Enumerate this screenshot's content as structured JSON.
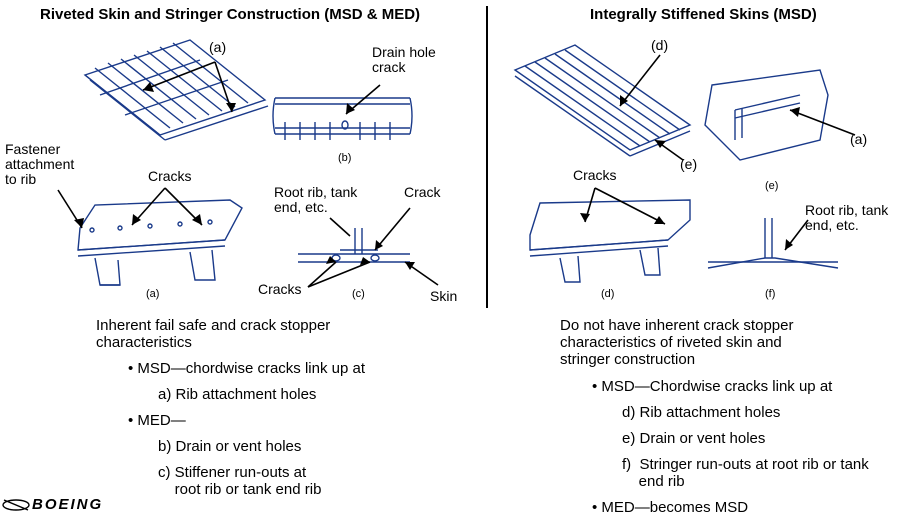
{
  "left": {
    "title": "Riveted Skin and Stringer Construction (MSD & MED)",
    "labels": {
      "a_top": "(a)",
      "drain_hole_crack": "Drain hole\ncrack",
      "b_caption": "(b)",
      "fastener": "Fastener\nattachment\nto rib",
      "cracks_a": "Cracks",
      "a_caption": "(a)",
      "root_rib": "Root rib, tank\nend, etc.",
      "crack": "Crack",
      "cracks_c": "Cracks",
      "c_caption": "(c)",
      "skin": "Skin"
    },
    "description": "Inherent fail safe and crack stopper\ncharacteristics",
    "bullets": [
      {
        "text": "• MSD—chordwise cracks link up at",
        "items": [
          "a) Rib attachment holes"
        ]
      },
      {
        "text": "• MED—",
        "items": [
          "b) Drain or vent holes",
          "c) Stiffener run-outs at\n    root rib or tank end rib"
        ]
      }
    ]
  },
  "right": {
    "title": "Integrally Stiffened Skins (MSD)",
    "labels": {
      "d_top": "(d)",
      "e_top": "(e)",
      "a_right": "(a)",
      "e_caption": "(e)",
      "cracks_d": "Cracks",
      "d_caption": "(d)",
      "root_rib": "Root rib, tank\nend, etc.",
      "f_caption": "(f)"
    },
    "description": "Do not have inherent crack stopper\ncharacteristics of riveted skin and\nstringer construction",
    "bullets": [
      {
        "text": "• MSD—Chordwise cracks link up at",
        "items": [
          "d) Rib attachment holes",
          "e) Drain or vent holes",
          "f)  Stringer run-outs at root rib or tank\n    end rib"
        ]
      },
      {
        "text": "• MED—becomes MSD",
        "items": []
      }
    ]
  },
  "logo": {
    "text": "BOEING",
    "color": "#000000"
  },
  "colors": {
    "line": "#1a3a8a",
    "text": "#000000"
  }
}
